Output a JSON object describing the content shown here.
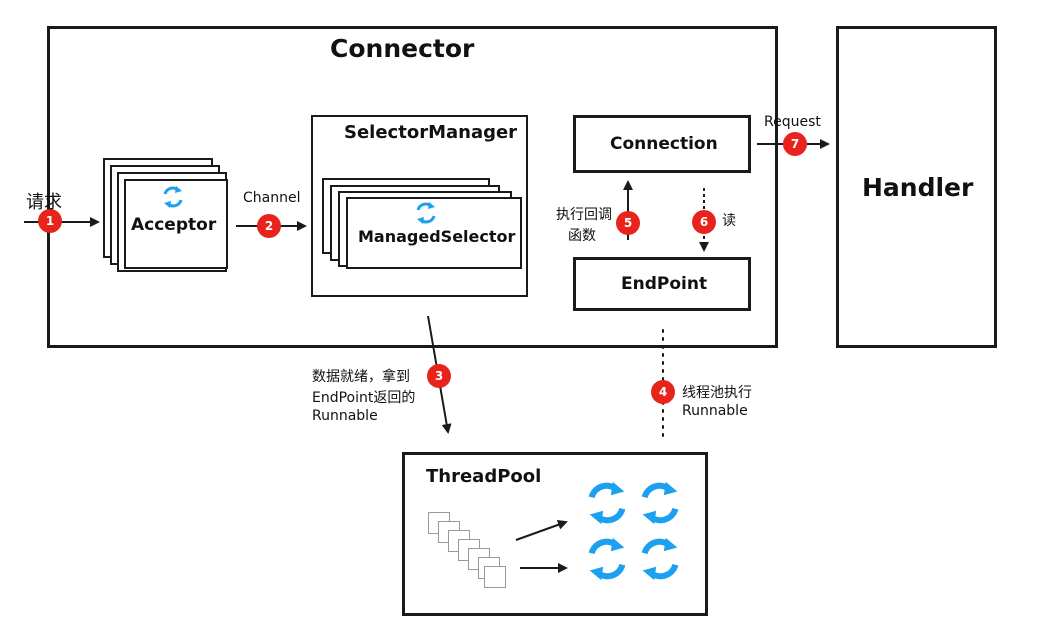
{
  "connector": {
    "title": "Connector"
  },
  "handler": {
    "title": "Handler"
  },
  "acceptor": {
    "label": "Acceptor"
  },
  "selector_manager": {
    "title": "SelectorManager",
    "managed_selector": "ManagedSelector"
  },
  "connection": {
    "label": "Connection"
  },
  "endpoint": {
    "label": "EndPoint"
  },
  "thread_pool": {
    "title": "ThreadPool"
  },
  "labels": {
    "request_in": "请求",
    "channel": "Channel",
    "request_out": "Request",
    "callback_line1": "执行回调",
    "callback_line2": "函数",
    "read": "读",
    "ready_line1": "数据就绪，拿到",
    "ready_line2": "EndPoint返回的",
    "ready_line3": "Runnable",
    "pool_line1": "线程池执行",
    "pool_line2": "Runnable"
  },
  "steps": [
    "1",
    "2",
    "3",
    "4",
    "5",
    "6",
    "7"
  ],
  "colors": {
    "step_badge": "#e8231c",
    "cycle_icon": "#1ea0f0",
    "border": "#1a1a1a"
  }
}
